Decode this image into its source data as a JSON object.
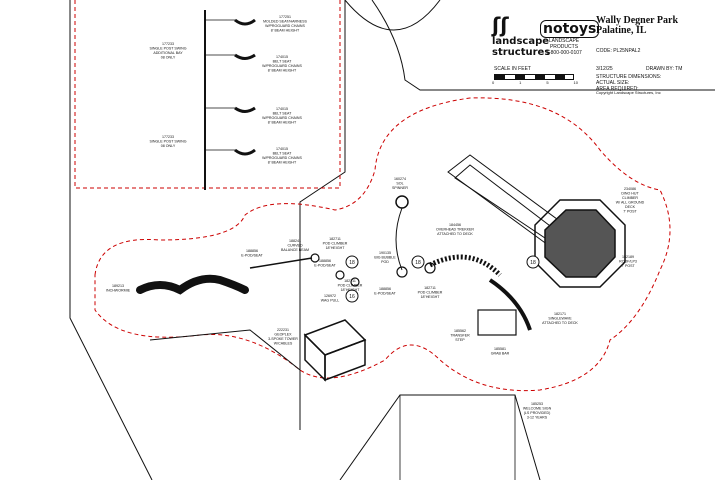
{
  "title_block": {
    "brand_logo_text": [
      "landscape",
      "structures"
    ],
    "partner_logo_text": "notoys",
    "partner_sub": [
      "LANDSCAPE PRODUCTS",
      "1-800-000-0107"
    ],
    "project_name": "Wally Degner Park",
    "project_location": "Palatine, IL",
    "code": "CODE: PL25NPAL2",
    "scale_label": "SCALE IN FEET",
    "scale_ticks": [
      "0",
      "1",
      "5",
      "10"
    ],
    "date": "3/12/25",
    "drawn_by": "DRAWN BY:   TM",
    "dims": [
      "STRUCTURE DIMENSIONS:",
      "ACTUAL SIZE:",
      "AREA REQUIRED:"
    ],
    "copyright": "Copyright Landscape Structures, Inc"
  },
  "components": [
    {
      "id": "swing-1",
      "lines": [
        "177251",
        "MOLDED SEAT/HARNESS",
        "W/PROGUARD CHAINS",
        "8' BEAM HEIGHT"
      ]
    },
    {
      "id": "swing-2",
      "lines": [
        "174015",
        "BELT SEAT",
        "W/PROGUARD CHAINS",
        "8' BEAM HEIGHT"
      ]
    },
    {
      "id": "swing-3",
      "lines": [
        "174015",
        "BELT SEAT",
        "W/PROGUARD CHAINS",
        "8' BEAM HEIGHT"
      ]
    },
    {
      "id": "swing-4",
      "lines": [
        "174015",
        "BELT SEAT",
        "W/PROGUARD CHAINS",
        "8' BEAM HEIGHT"
      ]
    },
    {
      "id": "swing-frame-1",
      "lines": [
        "177233",
        "SINGLE POST SWING",
        "ADDITIONAL BAY",
        "08 ONLY"
      ]
    },
    {
      "id": "swing-frame-2",
      "lines": [
        "177233",
        "SINGLE POST SWING",
        "08 ONLY"
      ]
    },
    {
      "id": "bubble",
      "lines": [
        "160274",
        "SOL",
        "SPINNER"
      ]
    },
    {
      "id": "arch-deck",
      "lines": [
        "184456",
        "OVERHEAD TREKKER",
        "ATTACHED TO DECK"
      ]
    },
    {
      "id": "dino",
      "lines": [
        "234086",
        "DINO HUT",
        "CLIMBER",
        "W/ ALL GROUND",
        "DECK",
        "7' POST"
      ]
    },
    {
      "id": "roof",
      "lines": [
        "152189",
        "ROOF/LP3",
        "7' POST"
      ]
    },
    {
      "id": "climber-a",
      "lines": [
        "188856",
        "E-POD/SEAT"
      ]
    },
    {
      "id": "balance",
      "lines": [
        "188241",
        "CURVED",
        "BALANCE BEAM"
      ]
    },
    {
      "id": "pod-1",
      "lines": [
        "182711",
        "POD CLIMBER",
        "18\"HEIGHT"
      ]
    },
    {
      "id": "bubble-pod",
      "lines": [
        "190135",
        "BIG BUBBLE",
        "POD"
      ]
    },
    {
      "id": "epod-b",
      "lines": [
        "188856",
        "E-POD/SEAT"
      ]
    },
    {
      "id": "pod-2",
      "lines": [
        "182711",
        "POD CLIMBER",
        "18\"HEIGHT"
      ]
    },
    {
      "id": "epod-c",
      "lines": [
        "188856",
        "E-POD/SEAT"
      ]
    },
    {
      "id": "pod-3",
      "lines": [
        "182711",
        "POD CLIMBER",
        "18\"HEIGHT"
      ]
    },
    {
      "id": "wag",
      "lines": [
        "126972",
        "WAG PULL"
      ]
    },
    {
      "id": "cube",
      "lines": [
        "222231",
        "GEOPLEX",
        "3-SPOKE TOWER",
        "W/CABLES"
      ]
    },
    {
      "id": "inchworm",
      "lines": [
        "189213",
        "INCHWORMIE"
      ]
    },
    {
      "id": "step",
      "lines": [
        "185562",
        "TRANSFER",
        "STEP"
      ]
    },
    {
      "id": "grab",
      "lines": [
        "185581",
        "GRAB BAR"
      ]
    },
    {
      "id": "slide",
      "lines": [
        "182171",
        "SINGLEWAVE",
        "ATTACHED TO DECK"
      ]
    },
    {
      "id": "welcome",
      "lines": [
        "185253",
        "WELCOME SIGN",
        "(LS PROVIDED)",
        "3-12 YEARS"
      ]
    }
  ],
  "markers": [
    "18",
    "16",
    "18",
    "18"
  ]
}
